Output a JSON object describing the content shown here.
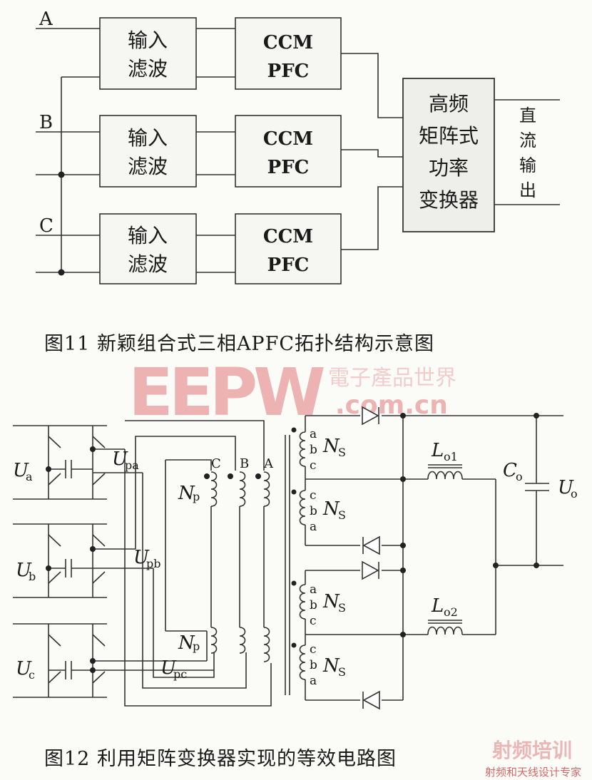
{
  "fig11": {
    "caption": "图11   新颖组合式三相APFC拓扑结构示意图",
    "phase_labels": [
      "A",
      "B",
      "C"
    ],
    "filter_label": [
      "输入",
      "滤波"
    ],
    "pfc_label": [
      "CCM",
      "PFC"
    ],
    "converter_label": [
      "高频",
      "矩阵式",
      "功率",
      "变换器"
    ],
    "output_label": [
      "直",
      "流",
      "输",
      "出"
    ]
  },
  "fig12": {
    "caption": "图12   利用矩阵变换器实现的等效电路图",
    "sources": [
      "U",
      "U",
      "U"
    ],
    "source_subs": [
      "a",
      "b",
      "c"
    ],
    "primary_voltages": [
      "U",
      "U",
      "U"
    ],
    "primary_subs": [
      "pa",
      "pb",
      "pc"
    ],
    "core_terminals": [
      "C",
      "B",
      "A"
    ],
    "np": "N",
    "np_sub": "p",
    "ns": "N",
    "ns_sub": "S",
    "taps": [
      "a",
      "b",
      "c"
    ],
    "inductors": [
      "L",
      "L"
    ],
    "inductor_subs": [
      "o1",
      "o2"
    ],
    "capacitor": "C",
    "capacitor_sub": "o",
    "output": "U",
    "output_sub": "o"
  },
  "watermark": {
    "logo": "EEPW",
    "cn": "電子產品世界",
    "url": ".com.cn",
    "corner": "射频和天线设计专家",
    "corner_logo": "射频培训"
  }
}
